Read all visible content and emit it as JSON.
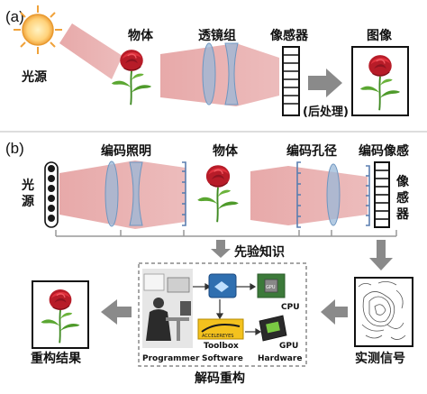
{
  "panel_a": {
    "tag": "(a)",
    "light_source": "光源",
    "object": "物体",
    "lens_group": "透镜组",
    "sensor": "像感器",
    "image": "图像",
    "post_processing": "(后处理)"
  },
  "panel_b": {
    "tag": "(b)",
    "light_source": "光源",
    "coded_illumination": "编码照明",
    "object": "物体",
    "coded_aperture": "编码孔径",
    "coded_sensor": "编码像感",
    "sensor_vertical": "像感器",
    "prior_knowledge": "先验知识",
    "measured_signal": "实测信号",
    "decoding_reconstruction": "解码重构",
    "reconstruction_result": "重构结果",
    "box_labels": {
      "programmer": "Programmer",
      "software": "Software",
      "hardware": "Hardware",
      "toolbox": "Toolbox",
      "cpu": "CPU",
      "gpu": "GPU",
      "gpu_chip": "GPU",
      "accelereyes": "ACCELEREYES"
    }
  },
  "colors": {
    "beam": "#e8a7a7",
    "lens": "#9ab8d8",
    "arrow_gray": "#8a8a8a",
    "dashed_border": "#888888",
    "rose_red": "#c8202c",
    "leaf_green": "#4e9a2a"
  }
}
